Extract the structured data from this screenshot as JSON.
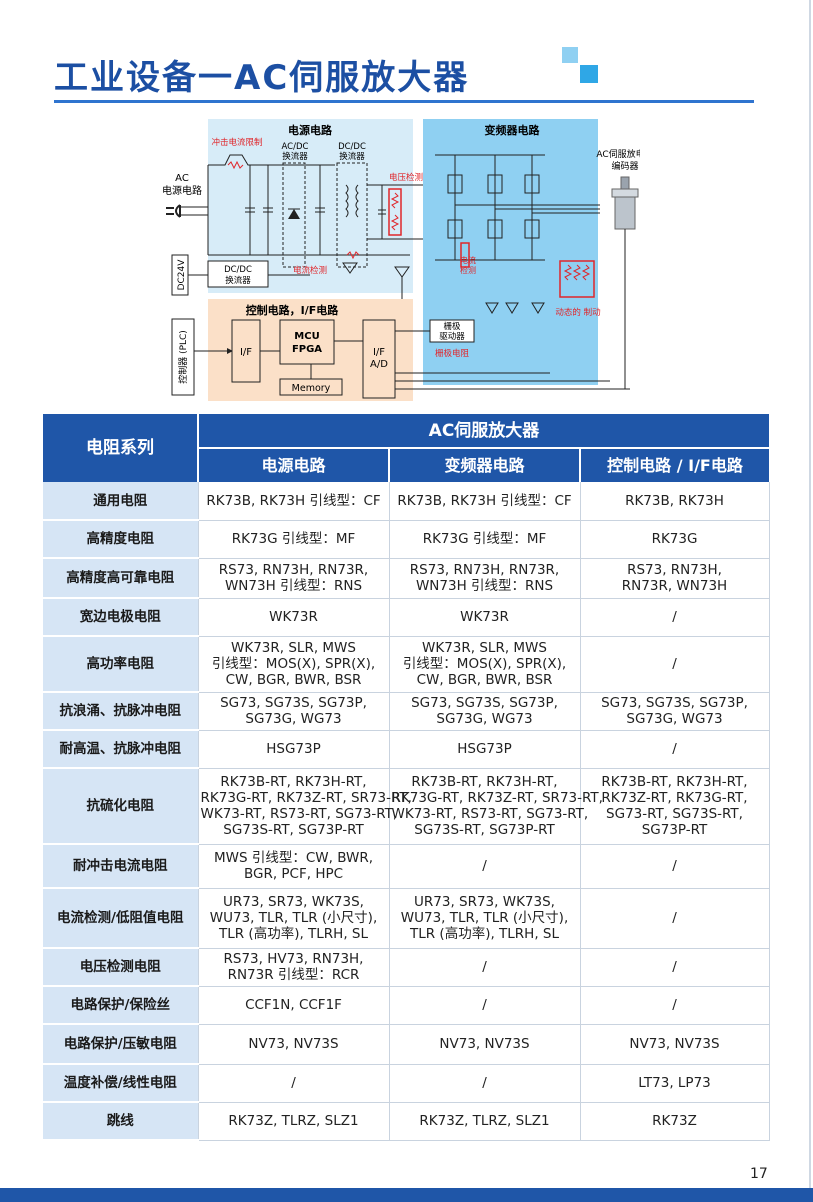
{
  "title": "工业设备一AC伺服放大器",
  "diagram": {
    "power_circuit": "电源电路",
    "inverter_circuit": "变频器电路",
    "control_circuit": "控制电路，I/F电路",
    "inrush_limit": "冲击电流限制",
    "ac_source": [
      "AC",
      "电源电路"
    ],
    "acdc": [
      "AC/DC",
      "换流器"
    ],
    "dcdc": [
      "DC/DC",
      "换流器"
    ],
    "voltage_detect": "电压检测",
    "current_detect_1": "电流检测",
    "current_detect_2": [
      "电流",
      "检测"
    ],
    "motor": [
      "AC伺服放电机",
      "编码器"
    ],
    "dc24v": "DC24V",
    "dcdc_conv": [
      "DC/DC",
      "换流器"
    ],
    "plc": "控制器 (PLC)",
    "if_block": "I/F",
    "mcu": [
      "MCU",
      "FPGA"
    ],
    "memory": "Memory",
    "ifad": [
      "I/F",
      "A/D"
    ],
    "gate_driver": [
      "栅极",
      "驱动器"
    ],
    "gate_resistor": "栅极电阻",
    "dynamic_brake": "动态的 制动"
  },
  "table": {
    "series_header": "电阻系列",
    "group_header": "AC伺服放大器",
    "columns": [
      "电源电路",
      "变频器电路",
      "控制电路 / I/F电路"
    ],
    "rows": [
      {
        "name": "通用电阻",
        "cells": [
          [
            "RK73B, RK73H  引线型：CF"
          ],
          [
            "RK73B, RK73H  引线型：CF"
          ],
          [
            "RK73B, RK73H"
          ]
        ]
      },
      {
        "name": "高精度电阻",
        "cells": [
          [
            "RK73G  引线型：MF"
          ],
          [
            "RK73G  引线型：MF"
          ],
          [
            "RK73G"
          ]
        ]
      },
      {
        "name": "高精度高可靠电阻",
        "cells": [
          [
            "RS73, RN73H, RN73R,",
            "WN73H   引线型：RNS"
          ],
          [
            "RS73, RN73H, RN73R,",
            "WN73H   引线型：RNS"
          ],
          [
            "RS73, RN73H,",
            "RN73R, WN73H"
          ]
        ]
      },
      {
        "name": "宽边电极电阻",
        "cells": [
          [
            "WK73R"
          ],
          [
            "WK73R"
          ],
          [
            "/"
          ]
        ]
      },
      {
        "name": "高功率电阻",
        "cells": [
          [
            "WK73R, SLR, MWS",
            "引线型：MOS(X), SPR(X),",
            "CW, BGR, BWR, BSR"
          ],
          [
            "WK73R, SLR, MWS",
            "引线型：MOS(X), SPR(X),",
            "CW, BGR, BWR, BSR"
          ],
          [
            "/"
          ]
        ]
      },
      {
        "name": "抗浪涌、抗脉冲电阻",
        "cells": [
          [
            "SG73, SG73S, SG73P,",
            "SG73G, WG73"
          ],
          [
            "SG73, SG73S, SG73P,",
            "SG73G, WG73"
          ],
          [
            "SG73, SG73S, SG73P,",
            "SG73G, WG73"
          ]
        ]
      },
      {
        "name": "耐高温、抗脉冲电阻",
        "cells": [
          [
            "HSG73P"
          ],
          [
            "HSG73P"
          ],
          [
            "/"
          ]
        ]
      },
      {
        "name": "抗硫化电阻",
        "cells": [
          [
            "RK73B-RT, RK73H-RT,",
            "RK73G-RT, RK73Z-RT, SR73-RT,",
            "WK73-RT, RS73-RT, SG73-RT,",
            "SG73S-RT, SG73P-RT"
          ],
          [
            "RK73B-RT, RK73H-RT,",
            "RK73G-RT, RK73Z-RT, SR73-RT,",
            "WK73-RT, RS73-RT, SG73-RT,",
            "SG73S-RT, SG73P-RT"
          ],
          [
            "RK73B-RT, RK73H-RT,",
            "RK73Z-RT, RK73G-RT,",
            "SG73-RT, SG73S-RT,",
            "SG73P-RT"
          ]
        ]
      },
      {
        "name": "耐冲击电流电阻",
        "cells": [
          [
            "MWS   引线型：CW, BWR,",
            "BGR, PCF, HPC"
          ],
          [
            "/"
          ],
          [
            "/"
          ]
        ]
      },
      {
        "name": "电流检测/低阻值电阻",
        "cells": [
          [
            "UR73, SR73, WK73S,",
            "WU73, TLR, TLR (小尺寸),",
            "TLR (高功率), TLRH, SL"
          ],
          [
            "UR73, SR73, WK73S,",
            "WU73, TLR, TLR (小尺寸),",
            "TLR (高功率), TLRH, SL"
          ],
          [
            "/"
          ]
        ]
      },
      {
        "name": "电压检测电阻",
        "cells": [
          [
            "RS73, HV73, RN73H,",
            "RN73R   引线型：RCR"
          ],
          [
            "/"
          ],
          [
            "/"
          ]
        ]
      },
      {
        "name": "电路保护/保险丝",
        "cells": [
          [
            "CCF1N, CCF1F"
          ],
          [
            "/"
          ],
          [
            "/"
          ]
        ]
      },
      {
        "name": "电路保护/压敏电阻",
        "cells": [
          [
            "NV73, NV73S"
          ],
          [
            "NV73, NV73S"
          ],
          [
            "NV73, NV73S"
          ]
        ]
      },
      {
        "name": "温度补偿/线性电阻",
        "cells": [
          [
            "/"
          ],
          [
            "/"
          ],
          [
            "LT73, LP73"
          ]
        ]
      },
      {
        "name": "跳线",
        "cells": [
          [
            "RK73Z, TLRZ, SLZ1"
          ],
          [
            "RK73Z, TLRZ, SLZ1"
          ],
          [
            "RK73Z"
          ]
        ]
      }
    ]
  },
  "page_number": "17",
  "colors": {
    "brand_blue": "#1f56a8",
    "row_head": "#d6e5f5",
    "accent": "#e0262b"
  }
}
